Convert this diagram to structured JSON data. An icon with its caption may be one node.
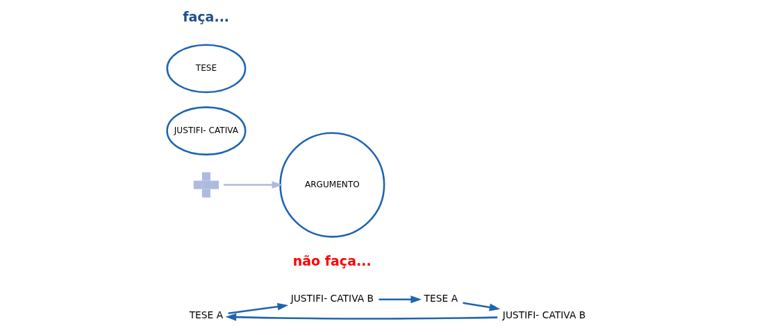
{
  "diagram": {
    "nodes": [
      {
        "text": [
          "TESE"
        ]
      },
      {
        "text": [],
        "shape": "plus"
      },
      {
        "text": [
          "JUSTIFI- CATIVA"
        ]
      },
      {
        "text": [
          "ARGUMENTO"
        ]
      },
      {
        "text": [
          "JUSTIFI- CATIVA B"
        ]
      },
      {
        "text": [
          "TESE A"
        ]
      },
      {
        "text": [
          "JUSTIFI- CATIVA B"
        ]
      },
      {
        "text": [
          "TESE A"
        ]
      }
    ],
    "edges": [
      {
        "from": 1,
        "to": 3,
        "arrow": "to",
        "color": "#aebbe0"
      },
      {
        "from": 4,
        "to": 5,
        "arrow": "to"
      },
      {
        "from": 5,
        "to": 6,
        "arrow": "to"
      },
      {
        "from": 6,
        "to": 7,
        "arrow": "to"
      },
      {
        "from": 7,
        "to": 4,
        "arrow": "to"
      }
    ],
    "labels": [
      "faça...",
      "não faça..."
    ]
  }
}
